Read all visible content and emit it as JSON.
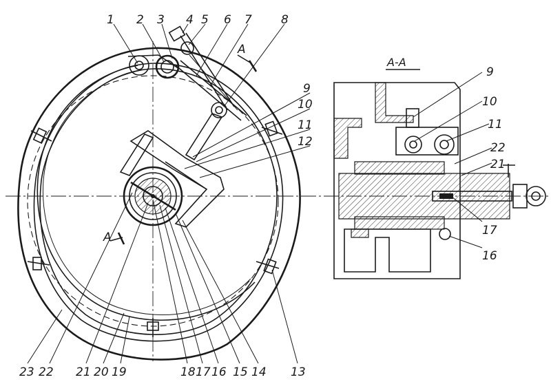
{
  "front_view": {
    "callouts_top": [
      "1",
      "2",
      "3",
      "4",
      "5",
      "6",
      "7",
      "8"
    ],
    "callouts_right": [
      "9",
      "10",
      "11",
      "12"
    ],
    "callouts_bottom": [
      "23",
      "22",
      "21",
      "20",
      "19",
      "18",
      "17",
      "16",
      "15",
      "14",
      "13"
    ],
    "section_marker": "A"
  },
  "section_view": {
    "title": "A-A",
    "callouts": [
      "9",
      "10",
      "11",
      "22",
      "21",
      "17",
      "16"
    ]
  }
}
